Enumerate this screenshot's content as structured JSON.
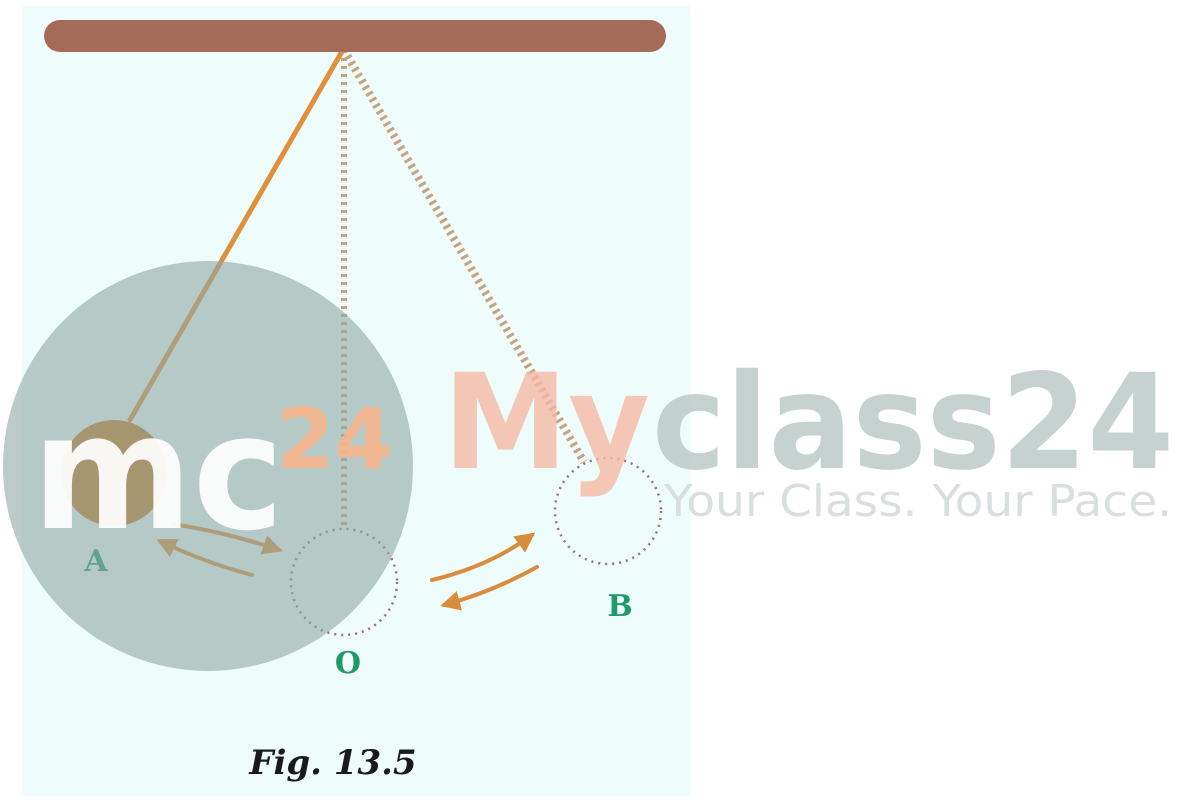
{
  "figure": {
    "caption": "Fig. 13.5",
    "labels": {
      "left": "A",
      "center": "O",
      "right": "B"
    },
    "colors": {
      "panel": "#eefcfc",
      "support": "#a36b58",
      "string": "#e08f3c",
      "bob": "#c87a25",
      "dotted_string": "#c9a27e",
      "dotted_circle": "#a0706a",
      "arrow": "#d98c3e",
      "label": "#1f9a6a"
    }
  },
  "watermark": {
    "logo_letters": "mc",
    "logo_number": "24",
    "brand_my": "My",
    "brand_rest": "class24",
    "tagline": "Your Class. Your Pace.",
    "colors": {
      "circle": "#8fa8a3",
      "logo_letters": "#ffffff",
      "number": "#f5b38c",
      "brand_my": "#f5b8a4",
      "brand_rest": "#bac8c6",
      "tagline": "#d5dcdb"
    }
  }
}
